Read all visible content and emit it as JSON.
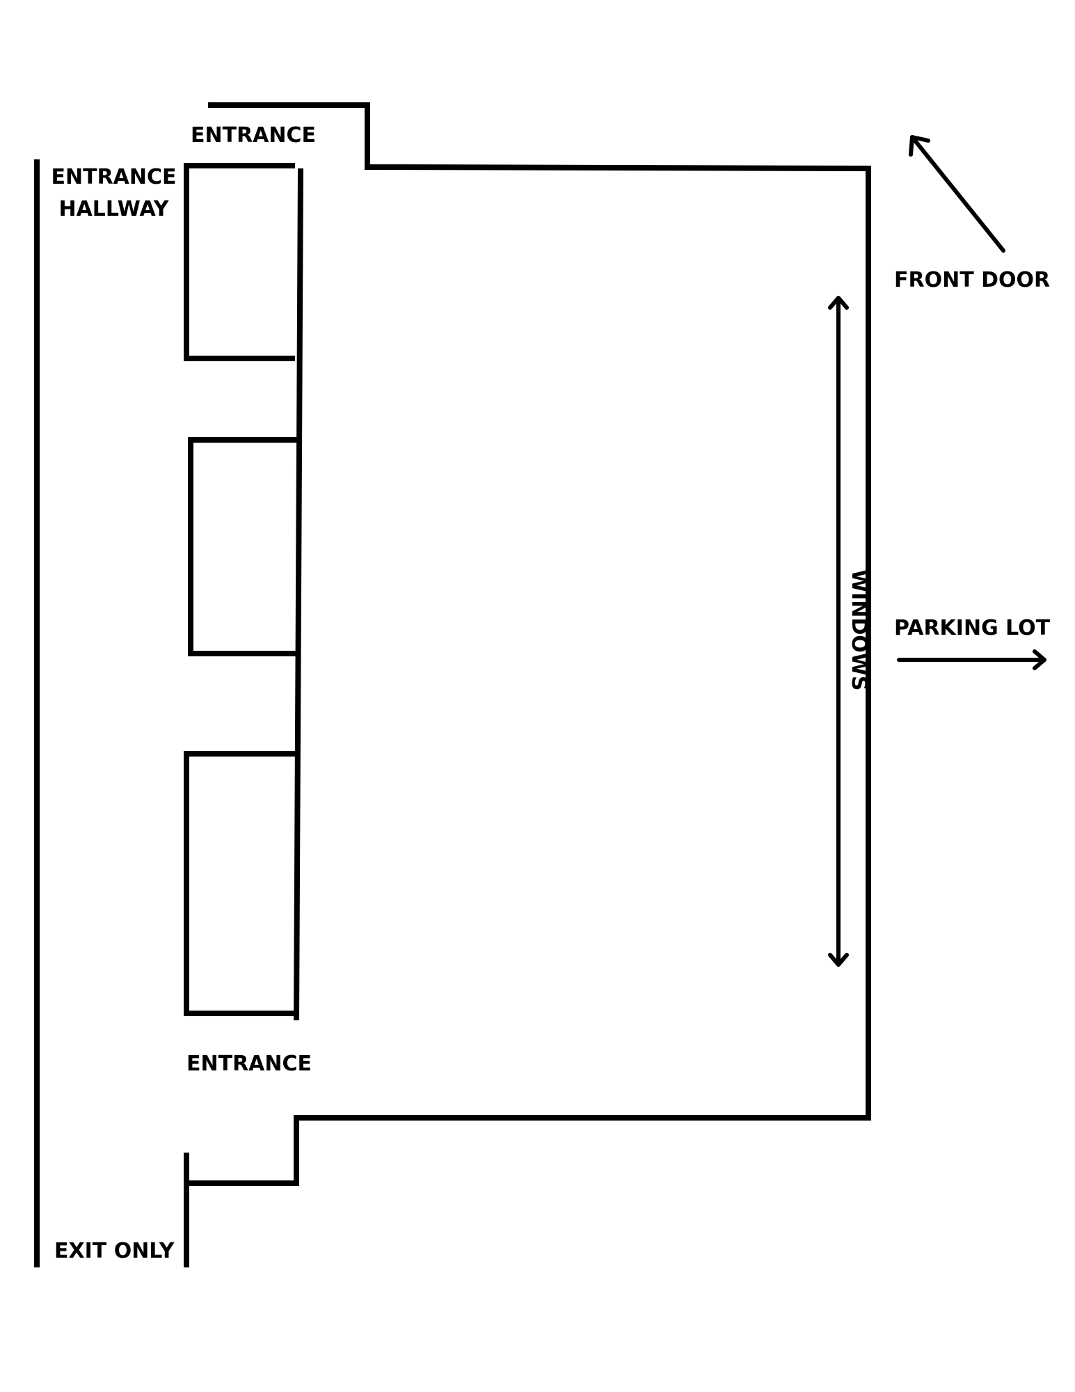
{
  "labels": {
    "entrance_top": "ENTRANCE",
    "entrance_hallway_line1": "ENTRANCE",
    "entrance_hallway_line2": "HALLWAY",
    "front_door": "FRONT DOOR",
    "windows": "WINDOWS",
    "parking_lot": "PARKING LOT",
    "entrance_bottom": "ENTRANCE",
    "exit_only": "EXIT ONLY"
  },
  "icons": {
    "front_door_arrow": "arrow-up-left-icon",
    "windows_arrow": "double-arrow-vertical-icon",
    "parking_lot_arrow": "arrow-right-icon"
  },
  "colors": {
    "ink": "#000000",
    "background": "#ffffff"
  }
}
